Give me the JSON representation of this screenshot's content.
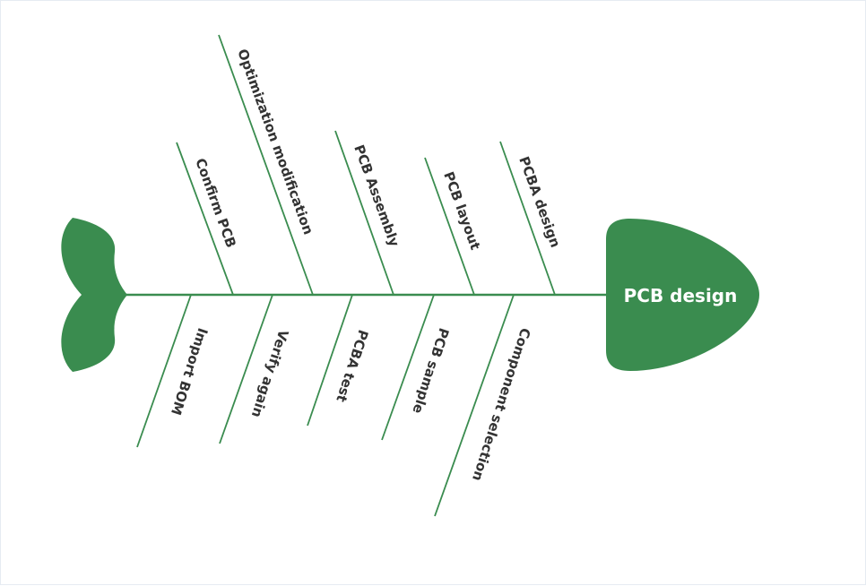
{
  "diagram": {
    "type": "fishbone",
    "colors": {
      "fish": "#3a8c4f",
      "text": "#333333",
      "head_text": "#ffffff"
    },
    "head": {
      "label": "PCB design"
    },
    "top_causes": [
      {
        "label": "Confirm PCB"
      },
      {
        "label": "Optimization modification"
      },
      {
        "label": "PCB Assembly"
      },
      {
        "label": "PCB layout"
      },
      {
        "label": "PCBA design"
      }
    ],
    "bottom_causes": [
      {
        "label": "Import BOM"
      },
      {
        "label": "Verify again"
      },
      {
        "label": "PCBA test"
      },
      {
        "label": "PCB sample"
      },
      {
        "label": "Component selection"
      }
    ]
  }
}
